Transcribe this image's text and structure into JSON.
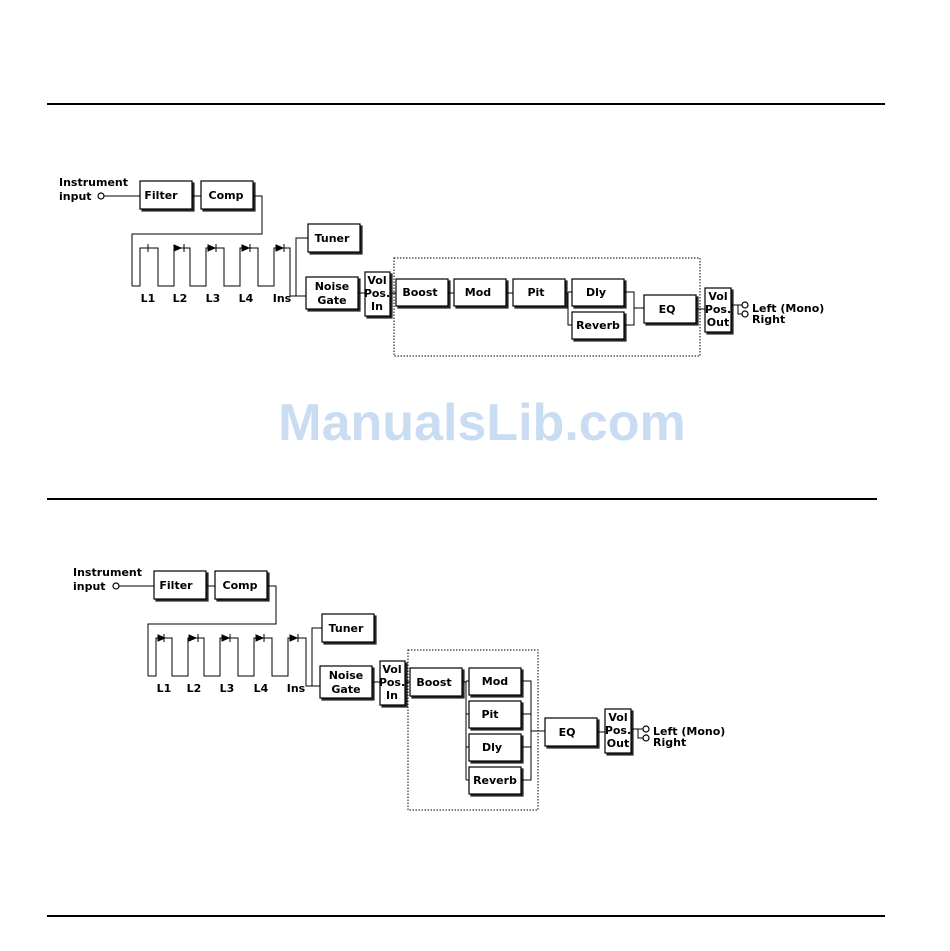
{
  "watermark": "ManualsLib.com",
  "diagrams": [
    {
      "input_label": [
        "Instrument",
        "input"
      ],
      "loops": [
        "L1",
        "L2",
        "L3",
        "L4",
        "Ins"
      ],
      "blocks": {
        "filter": "Filter",
        "comp": "Comp",
        "tuner": "Tuner",
        "noise_gate": [
          "Noise",
          "Gate"
        ],
        "vol_in": [
          "Vol",
          "Pos.",
          "In"
        ],
        "boost": "Boost",
        "mod": "Mod",
        "pit": "Pit",
        "dly": "Dly",
        "reverb": "Reverb",
        "eq": "EQ",
        "vol_out": [
          "Vol",
          "Pos.",
          "Out"
        ]
      },
      "outputs": [
        "Left (Mono)",
        "Right"
      ]
    },
    {
      "input_label": [
        "Instrument",
        "input"
      ],
      "loops": [
        "L1",
        "L2",
        "L3",
        "L4",
        "Ins"
      ],
      "blocks": {
        "filter": "Filter",
        "comp": "Comp",
        "tuner": "Tuner",
        "noise_gate": [
          "Noise",
          "Gate"
        ],
        "vol_in": [
          "Vol",
          "Pos.",
          "In"
        ],
        "boost": "Boost",
        "mod": "Mod",
        "pit": "Pit",
        "dly": "Dly",
        "reverb": "Reverb",
        "eq": "EQ",
        "vol_out": [
          "Vol",
          "Pos.",
          "Out"
        ]
      },
      "outputs": [
        "Left (Mono)",
        "Right"
      ]
    }
  ]
}
